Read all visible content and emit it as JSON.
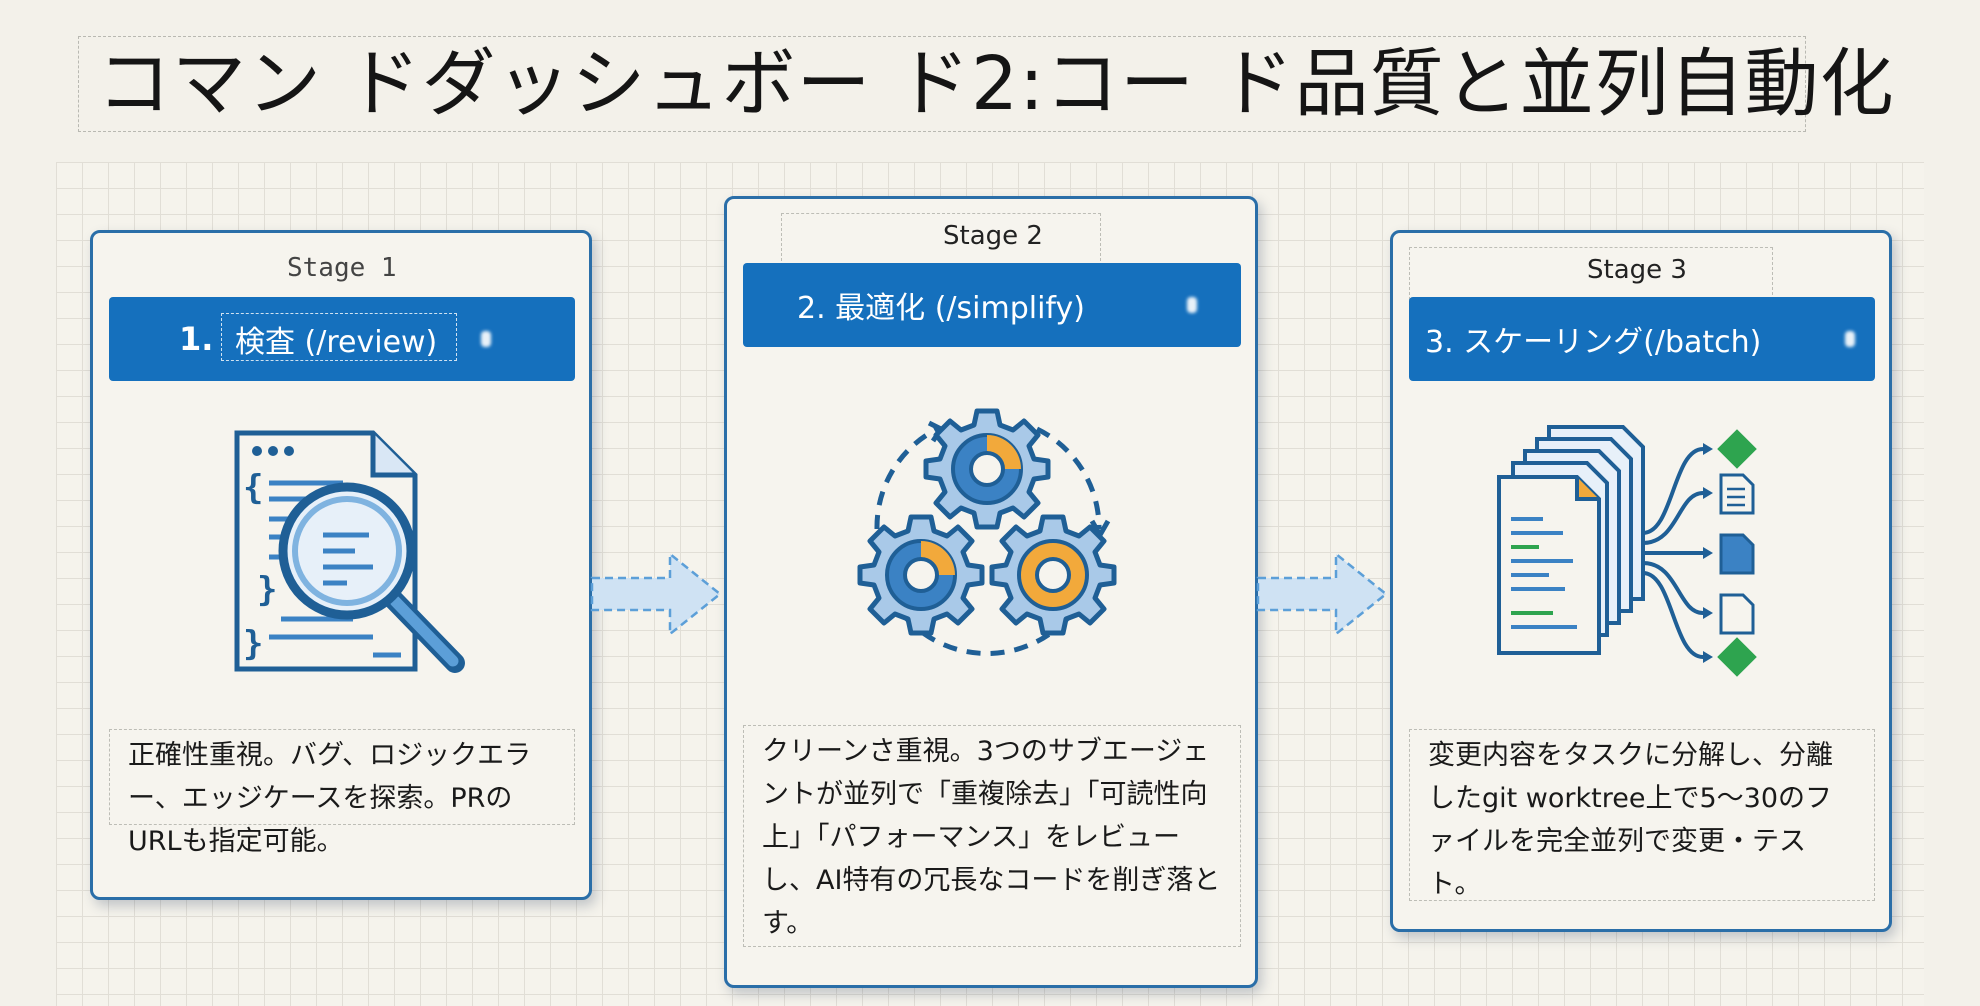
{
  "title": "コマン ドダッシュボー ド2:コー ド品質と並列自動化",
  "stages": [
    {
      "label": "Stage 1",
      "banner_number": "1.",
      "banner_text": "検査 (/review)",
      "icon": "magnifier-document-icon",
      "description": "正確性重視。バグ、ロジックエラー、エッジケースを探索。PRのURLも指定可能。"
    },
    {
      "label": "Stage 2",
      "banner_text": "2. 最適化 (/simplify)",
      "icon": "gears-cycle-icon",
      "description": "クリーンさ重視。3つのサブエージェントが並列で「重複除去」「可読性向上」「パフォーマンス」をレビューし、AI特有の冗長なコードを削ぎ落とす。"
    },
    {
      "label": "Stage 3",
      "banner_text": "3. スケーリング(/batch)",
      "icon": "parallel-files-icon",
      "description": "変更内容をタスクに分解し、分離したgit worktree上で5～30のファイルを完全並列で変更・テスト。"
    }
  ],
  "colors": {
    "banner": "#1570bd",
    "card_border": "#2a6ea8",
    "accent_orange": "#f2a93b",
    "git_green": "#2ea44f",
    "arrow_fill": "#cfe2f3"
  }
}
